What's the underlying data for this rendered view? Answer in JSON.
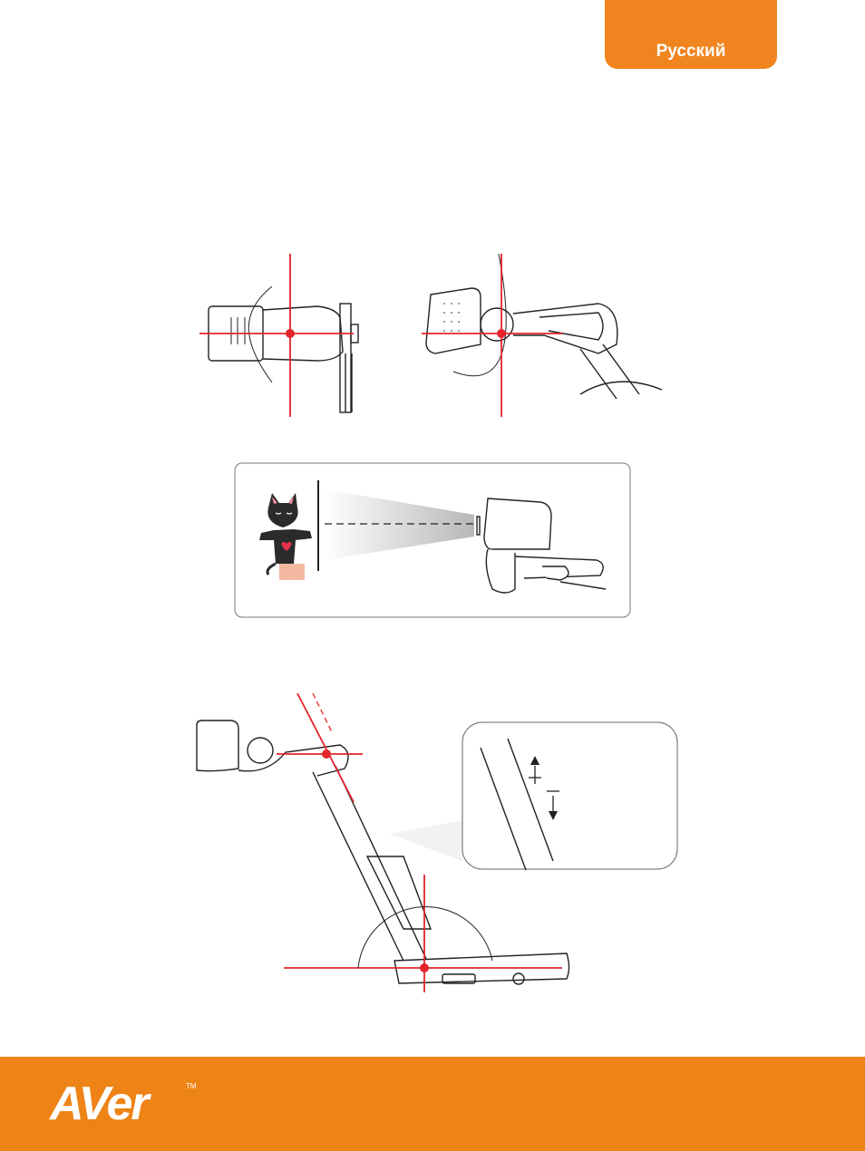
{
  "header": {
    "language_label": "Русский"
  },
  "footer": {
    "logo_text": "AVer",
    "trademark": "TM"
  },
  "colors": {
    "accent": "#f0841e",
    "footer": "#ee8316",
    "axis_red": "#e3242b"
  },
  "icons": {
    "fig1_left": "camera-head-swivel-front-view",
    "fig1_right": "camera-head-rotation-side-view",
    "fig2": "camera-facing-toy-cat-illustration",
    "fig3": "camera-arm-tilt-and-extend-diagram"
  }
}
